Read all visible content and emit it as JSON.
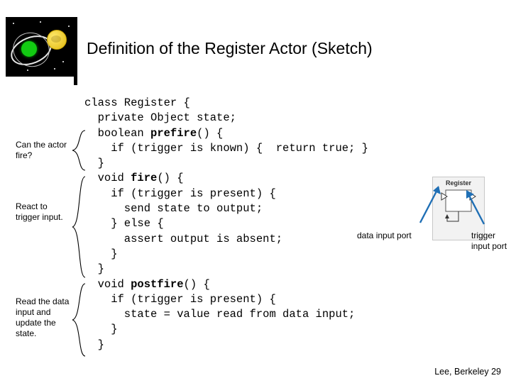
{
  "slide": {
    "title": "Definition of the Register Actor (Sketch)",
    "footer": "Lee, Berkeley 29"
  },
  "logo": {
    "name": "ptolemy-planet-logo"
  },
  "code": {
    "language": "java",
    "lines": [
      "class Register {",
      "  private Object state;",
      "  boolean prefire() {",
      "    if (trigger is known) {  return true; }",
      "  }",
      "  void fire() {",
      "    if (trigger is present) {",
      "      send state to output;",
      "    } else {",
      "      assert output is absent;",
      "    }",
      "  }",
      "  void postfire() {",
      "    if (trigger is present) {",
      "      state = value read from data input;",
      "    }",
      "  }"
    ],
    "bold_keywords": [
      "prefire",
      "fire",
      "postfire"
    ]
  },
  "annotations": [
    {
      "id": "note1",
      "text": "Can the actor fire?"
    },
    {
      "id": "note2",
      "text": "React to trigger input."
    },
    {
      "id": "note3",
      "text": "Read the data input and update the state."
    }
  ],
  "figure": {
    "block_label": "Register",
    "data_input_label": "data input port",
    "trigger_input_label": "trigger input port"
  }
}
